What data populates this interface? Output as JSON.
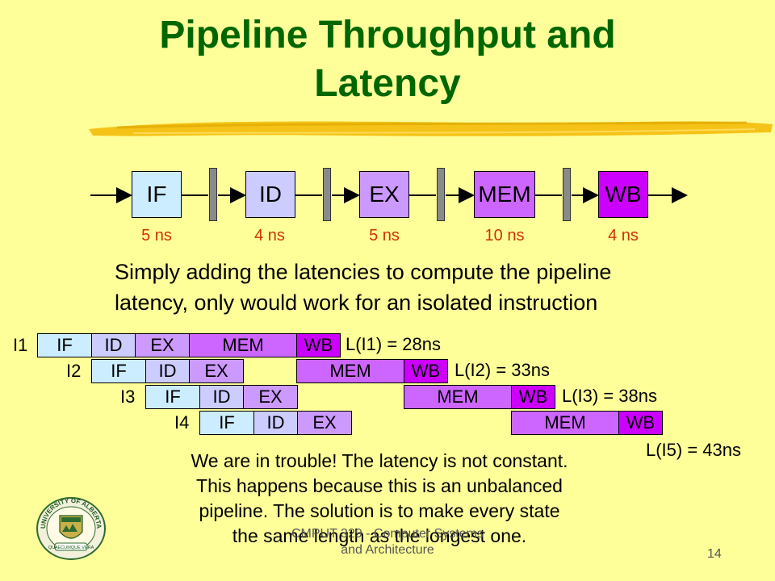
{
  "slide": {
    "title_line1": "Pipeline Throughput and",
    "title_line2": "Latency",
    "paragraph_line1": "Simply adding the latencies to compute the pipeline",
    "paragraph_line2": "latency, only would work for an isolated instruction",
    "trouble_lines": [
      "We are in trouble! The latency is not constant.",
      "This happens because this is an unbalanced",
      "pipeline. The solution is to make every state",
      "the same length as the longest one."
    ],
    "footer_line1": "CMPUT 329 - Computer Systems",
    "footer_line2": "and Architecture",
    "page_number": "14",
    "logo_text_top": "UNIVERSITY OF ALBERTA",
    "logo_text_bottom": "QUAECUMQUE VERA"
  },
  "colors": {
    "background": "#ffff99",
    "title": "#006600",
    "IF": "#ccecff",
    "ID": "#ccccff",
    "EX": "#cc99ff",
    "MEM": "#cc66ff",
    "WB": "#cc00ff",
    "latency_text": "#cc3300"
  },
  "pipeline": {
    "stages": [
      {
        "name": "IF",
        "latency": "5 ns"
      },
      {
        "name": "ID",
        "latency": "4 ns"
      },
      {
        "name": "EX",
        "latency": "5 ns"
      },
      {
        "name": "MEM",
        "latency": "10 ns"
      },
      {
        "name": "WB",
        "latency": "4 ns"
      }
    ]
  },
  "instructions": [
    {
      "label": "I1",
      "latency_text": "L(I1) = 28ns",
      "stages": [
        "IF",
        "ID",
        "EX",
        "MEM",
        "WB"
      ]
    },
    {
      "label": "I2",
      "latency_text": "L(I2) = 33ns",
      "stages": [
        "IF",
        "ID",
        "EX",
        "MEM",
        "WB"
      ]
    },
    {
      "label": "I3",
      "latency_text": "L(I3) = 38ns",
      "stages": [
        "IF",
        "ID",
        "EX",
        "MEM",
        "WB"
      ]
    },
    {
      "label": "I4",
      "latency_text": "L(I5) = 43ns",
      "stages": [
        "IF",
        "ID",
        "EX",
        "MEM",
        "WB"
      ]
    }
  ]
}
